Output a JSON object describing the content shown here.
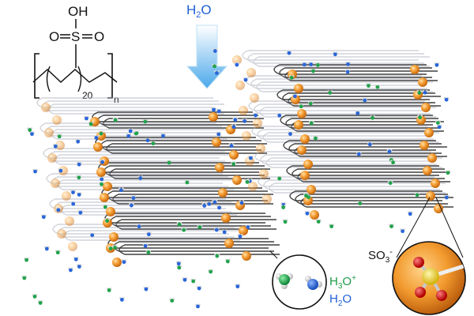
{
  "structure": {
    "oh": "OH",
    "o_left": "O",
    "s": "S",
    "o_right": "O",
    "repeat": "20",
    "subscript_n": "n"
  },
  "arrow_label": {
    "base": "H",
    "sub": "2",
    "end": "O"
  },
  "ions_legend": {
    "hydronium": {
      "base": "H",
      "sub": "3",
      "mid": "O",
      "sup": "+"
    },
    "water": {
      "base": "H",
      "sub": "2",
      "end": "O"
    }
  },
  "sulfonate": {
    "base": "SO",
    "sub": "3",
    "sup": "-"
  },
  "colors": {
    "ink": "#111111",
    "water_blue": "#1f5fd6",
    "hydronium_green": "#1e9a48",
    "headgroup_orange": "#f0932a",
    "chain_gray": "#8a8f9a",
    "chain_dark": "#222222"
  }
}
